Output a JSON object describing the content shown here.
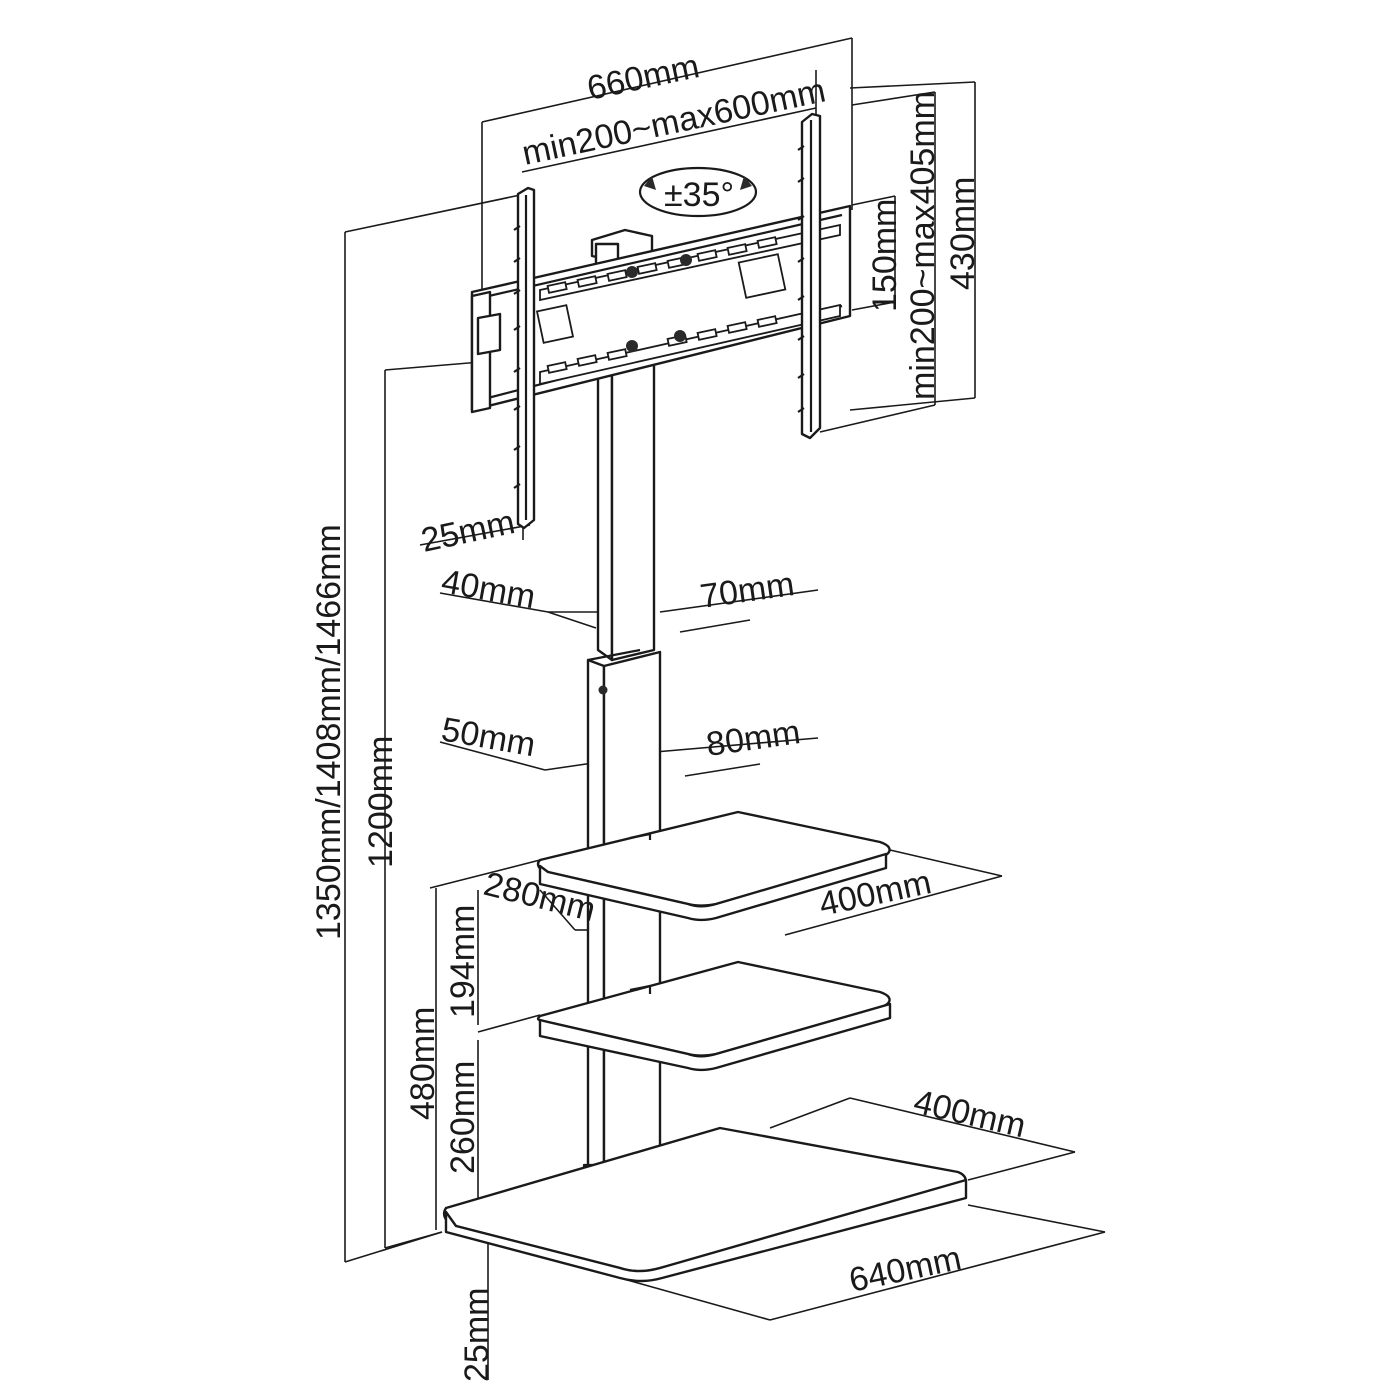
{
  "diagram": {
    "width_label": "660mm",
    "vesa_width_label": "min200~max600mm",
    "rotation_label": "±35°",
    "bracket_height_label": "150mm",
    "vesa_height_label": "min200~max405mm",
    "total_bracket_height_label": "430mm",
    "arm_depth_label": "25mm",
    "upper_pole_left_label": "40mm",
    "upper_pole_right_label": "70mm",
    "lower_pole_left_label": "50mm",
    "lower_pole_right_label": "80mm",
    "total_height_label": "1350mm/1408mm/1466mm",
    "pole_height_label": "1200mm",
    "shelf_depth_label": "280mm",
    "shelf_width_label": "400mm",
    "shelf_gap_label": "194mm",
    "shelf_stack_label": "480mm",
    "bottom_shelf_label": "260mm",
    "base_depth_label": "400mm",
    "base_width_label": "640mm",
    "base_thickness_label": "25mm"
  }
}
